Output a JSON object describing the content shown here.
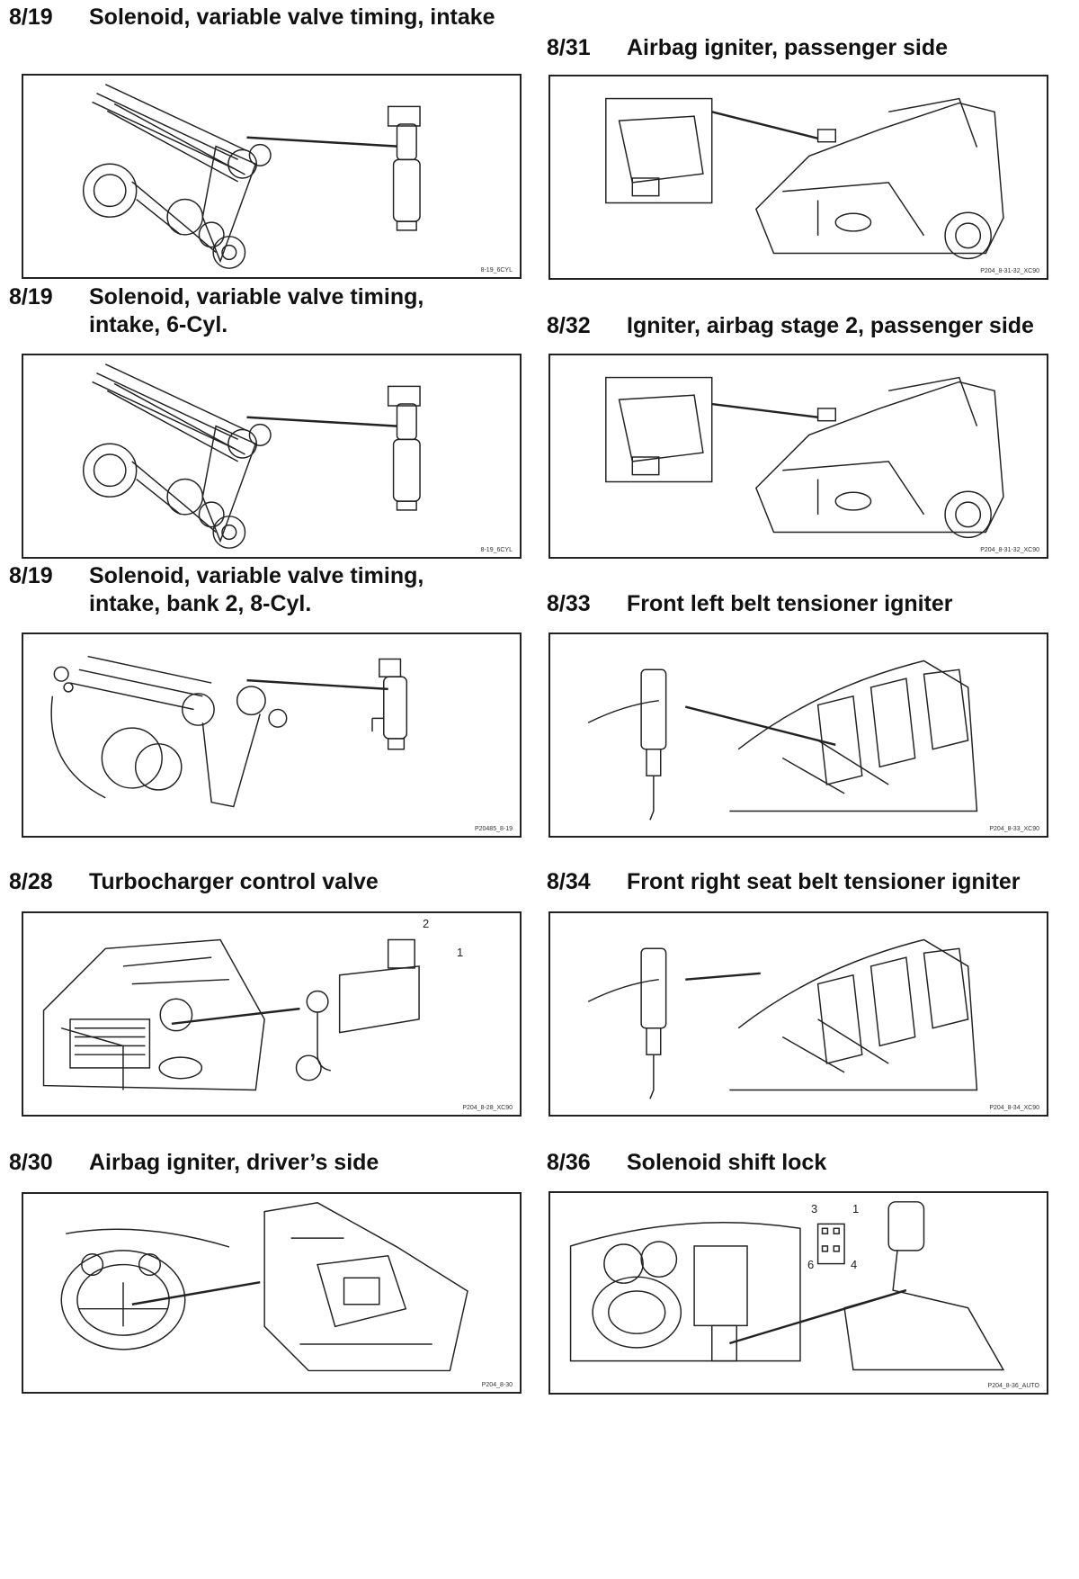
{
  "entries": [
    {
      "number": "8/19",
      "title_lines": [
        "Solenoid, variable valve timing, intake"
      ],
      "figure_code": "8-19_6CYL"
    },
    {
      "number": "8/19",
      "title_lines": [
        "Solenoid, variable valve timing,",
        "intake, 6-Cyl."
      ],
      "figure_code": "8-19_6CYL"
    },
    {
      "number": "8/19",
      "title_lines": [
        "Solenoid, variable valve timing,",
        "intake, bank 2, 8-Cyl."
      ],
      "figure_code": "P20485_8-19"
    },
    {
      "number": "8/28",
      "title_lines": [
        "Turbocharger control valve"
      ],
      "figure_code": "P204_8-28_XC90",
      "callouts": [
        "2",
        "1"
      ]
    },
    {
      "number": "8/30",
      "title_lines": [
        "Airbag igniter, driver’s side"
      ],
      "figure_code": "P204_8-30"
    },
    {
      "number": "8/31",
      "title_lines": [
        "Airbag igniter, passenger side"
      ],
      "figure_code": "P204_8-31-32_XC90"
    },
    {
      "number": "8/32",
      "title_lines": [
        "Igniter, airbag stage 2, passenger side"
      ],
      "figure_code": "P204_8-31-32_XC90"
    },
    {
      "number": "8/33",
      "title_lines": [
        "Front left belt tensioner igniter"
      ],
      "figure_code": "P204_8-33_XC90"
    },
    {
      "number": "8/34",
      "title_lines": [
        "Front right seat belt tensioner igniter"
      ],
      "figure_code": "P204_8-34_XC90"
    },
    {
      "number": "8/36",
      "title_lines": [
        "Solenoid shift lock"
      ],
      "figure_code": "P204_8-36_AUTO",
      "pin_labels": [
        "3",
        "1",
        "6",
        "4"
      ]
    }
  ]
}
